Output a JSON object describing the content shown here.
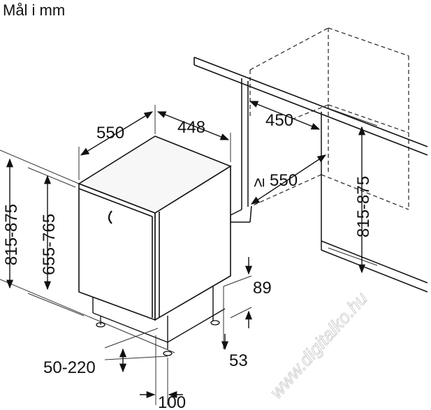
{
  "title": "Mål i mm",
  "dimensions": {
    "width_550": "550",
    "depth_448": "448",
    "niche_450": "450",
    "niche_min_550": "≥ 550",
    "height_815_875_left": "815-875",
    "height_655_765": "655-765",
    "height_815_875_right": "815-875",
    "dim_89": "89",
    "dim_53": "53",
    "dim_50_220": "50-220",
    "dim_100": "100"
  },
  "watermark": "www.digitalko.hu",
  "colors": {
    "line": "#111111",
    "dash": "#333333",
    "watermark": "#cfcfcf"
  }
}
